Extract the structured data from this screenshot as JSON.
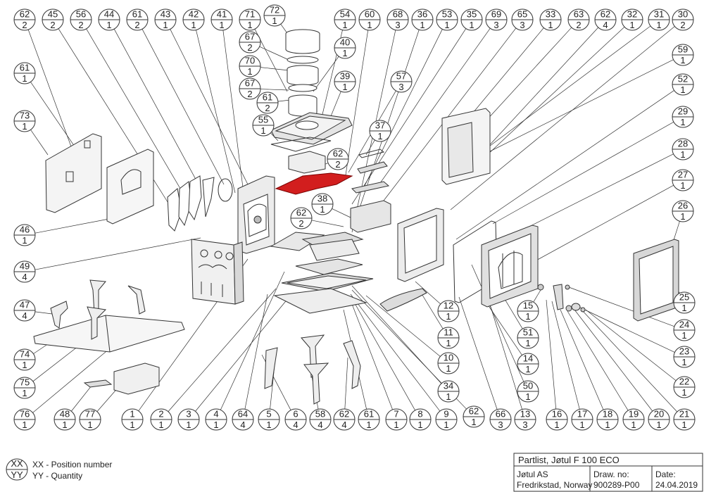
{
  "title_block": {
    "title": "Partlist, Jøtul F 100 ECO",
    "company": "Jøtul AS",
    "location": "Fredrikstad, Norway",
    "drawing_label": "Draw. no:",
    "drawing_number": "900289-P00",
    "date_label": "Date:",
    "date": "24.04.2019"
  },
  "legend": {
    "xx_symbol": "XX",
    "yy_symbol": "YY",
    "xx_text": "XX - Position number",
    "yy_text": "YY - Quantity"
  },
  "callouts": [
    {
      "pos": "62",
      "qty": "2"
    },
    {
      "pos": "45",
      "qty": "2"
    },
    {
      "pos": "56",
      "qty": "2"
    },
    {
      "pos": "44",
      "qty": "1"
    },
    {
      "pos": "61",
      "qty": "2"
    },
    {
      "pos": "43",
      "qty": "1"
    },
    {
      "pos": "42",
      "qty": "1"
    },
    {
      "pos": "41",
      "qty": "1"
    },
    {
      "pos": "71",
      "qty": "1"
    },
    {
      "pos": "72",
      "qty": "1"
    },
    {
      "pos": "67",
      "qty": "2"
    },
    {
      "pos": "70",
      "qty": "1"
    },
    {
      "pos": "67",
      "qty": "2"
    },
    {
      "pos": "61",
      "qty": "2"
    },
    {
      "pos": "54",
      "qty": "1"
    },
    {
      "pos": "40",
      "qty": "1"
    },
    {
      "pos": "39",
      "qty": "1"
    },
    {
      "pos": "60",
      "qty": "1"
    },
    {
      "pos": "57",
      "qty": "3"
    },
    {
      "pos": "68",
      "qty": "3"
    },
    {
      "pos": "36",
      "qty": "1"
    },
    {
      "pos": "53",
      "qty": "1"
    },
    {
      "pos": "35",
      "qty": "1"
    },
    {
      "pos": "69",
      "qty": "3"
    },
    {
      "pos": "65",
      "qty": "3"
    },
    {
      "pos": "33",
      "qty": "1"
    },
    {
      "pos": "63",
      "qty": "2"
    },
    {
      "pos": "62",
      "qty": "4"
    },
    {
      "pos": "32",
      "qty": "1"
    },
    {
      "pos": "31",
      "qty": "1"
    },
    {
      "pos": "30",
      "qty": "2"
    },
    {
      "pos": "59",
      "qty": "1"
    },
    {
      "pos": "52",
      "qty": "1"
    },
    {
      "pos": "29",
      "qty": "1"
    },
    {
      "pos": "28",
      "qty": "1"
    },
    {
      "pos": "27",
      "qty": "1"
    },
    {
      "pos": "26",
      "qty": "1"
    },
    {
      "pos": "61",
      "qty": "1"
    },
    {
      "pos": "73",
      "qty": "1"
    },
    {
      "pos": "55",
      "qty": "1"
    },
    {
      "pos": "62",
      "qty": "2"
    },
    {
      "pos": "37",
      "qty": "1"
    },
    {
      "pos": "38",
      "qty": "1"
    },
    {
      "pos": "62",
      "qty": "2"
    },
    {
      "pos": "46",
      "qty": "1"
    },
    {
      "pos": "49",
      "qty": "4"
    },
    {
      "pos": "47",
      "qty": "4"
    },
    {
      "pos": "74",
      "qty": "1"
    },
    {
      "pos": "75",
      "qty": "1"
    },
    {
      "pos": "76",
      "qty": "1"
    },
    {
      "pos": "48",
      "qty": "1"
    },
    {
      "pos": "77",
      "qty": "1"
    },
    {
      "pos": "1",
      "qty": "1"
    },
    {
      "pos": "2",
      "qty": "1"
    },
    {
      "pos": "3",
      "qty": "1"
    },
    {
      "pos": "4",
      "qty": "1"
    },
    {
      "pos": "64",
      "qty": "4"
    },
    {
      "pos": "5",
      "qty": "1"
    },
    {
      "pos": "6",
      "qty": "4"
    },
    {
      "pos": "58",
      "qty": "4"
    },
    {
      "pos": "62",
      "qty": "4"
    },
    {
      "pos": "61",
      "qty": "1"
    },
    {
      "pos": "7",
      "qty": "1"
    },
    {
      "pos": "8",
      "qty": "1"
    },
    {
      "pos": "9",
      "qty": "1"
    },
    {
      "pos": "62",
      "qty": "1"
    },
    {
      "pos": "66",
      "qty": "3"
    },
    {
      "pos": "13",
      "qty": "3"
    },
    {
      "pos": "16",
      "qty": "1"
    },
    {
      "pos": "17",
      "qty": "1"
    },
    {
      "pos": "18",
      "qty": "1"
    },
    {
      "pos": "19",
      "qty": "1"
    },
    {
      "pos": "20",
      "qty": "1"
    },
    {
      "pos": "21",
      "qty": "1"
    },
    {
      "pos": "22",
      "qty": "1"
    },
    {
      "pos": "23",
      "qty": "1"
    },
    {
      "pos": "24",
      "qty": "1"
    },
    {
      "pos": "25",
      "qty": "1"
    },
    {
      "pos": "12",
      "qty": "1"
    },
    {
      "pos": "11",
      "qty": "1"
    },
    {
      "pos": "10",
      "qty": "1"
    },
    {
      "pos": "34",
      "qty": "1"
    },
    {
      "pos": "15",
      "qty": "1"
    },
    {
      "pos": "51",
      "qty": "1"
    },
    {
      "pos": "14",
      "qty": "1"
    },
    {
      "pos": "50",
      "qty": "1"
    }
  ]
}
